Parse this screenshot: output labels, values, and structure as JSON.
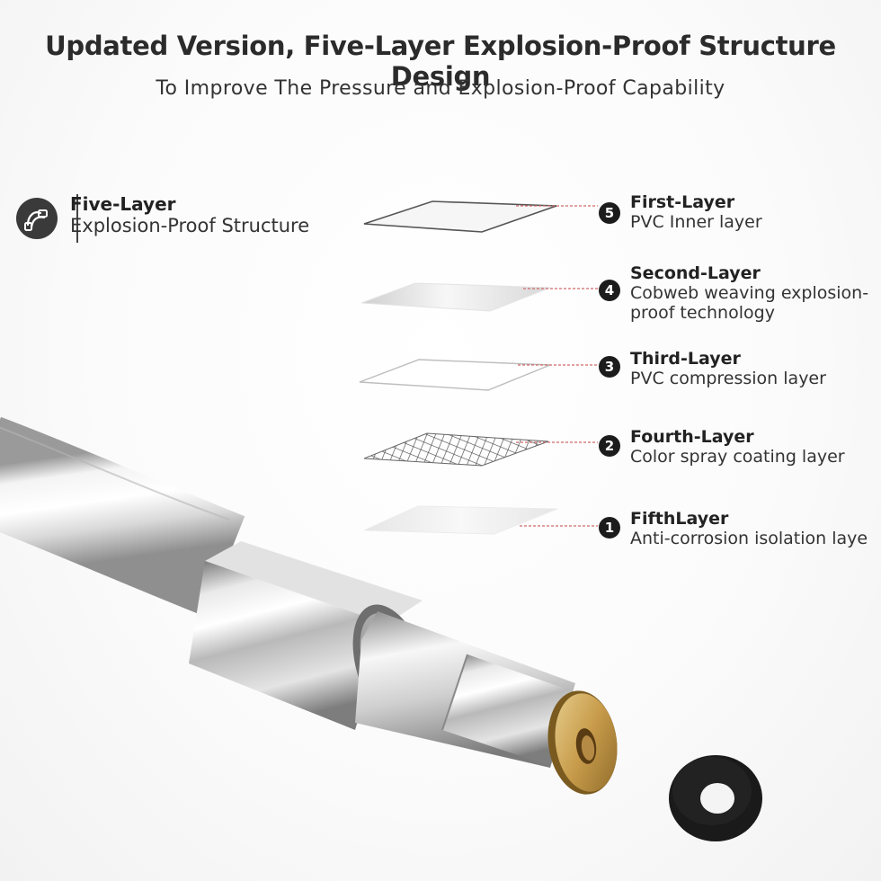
{
  "header": {
    "title": "Updated Version, Five-Layer Explosion-Proof Structure Design",
    "subtitle": "To Improve The Pressure and Explosion-Proof Capability"
  },
  "structure": {
    "title": "Five-Layer",
    "subtitle": "Explosion-Proof Structure",
    "icon": "hose-structure-icon"
  },
  "layers": [
    {
      "number": "5",
      "name": "First-Layer",
      "desc": [
        "PVC Inner layer"
      ]
    },
    {
      "number": "4",
      "name": "Second-Layer",
      "desc": [
        "Cobweb weaving explosion-",
        "proof technology"
      ]
    },
    {
      "number": "3",
      "name": "Third-Layer",
      "desc": [
        "PVC compression layer"
      ]
    },
    {
      "number": "2",
      "name": "Fourth-Layer",
      "desc": [
        "Color spray coating layer"
      ]
    },
    {
      "number": "1",
      "name": "FifthLayer",
      "desc": [
        "Anti-corrosion isolation laye"
      ]
    }
  ],
  "colors": {
    "leader_line": "#d06a6a",
    "badge": "#1c1c1c",
    "brass": "#c9a35a",
    "washer": "#1a1a1a"
  }
}
